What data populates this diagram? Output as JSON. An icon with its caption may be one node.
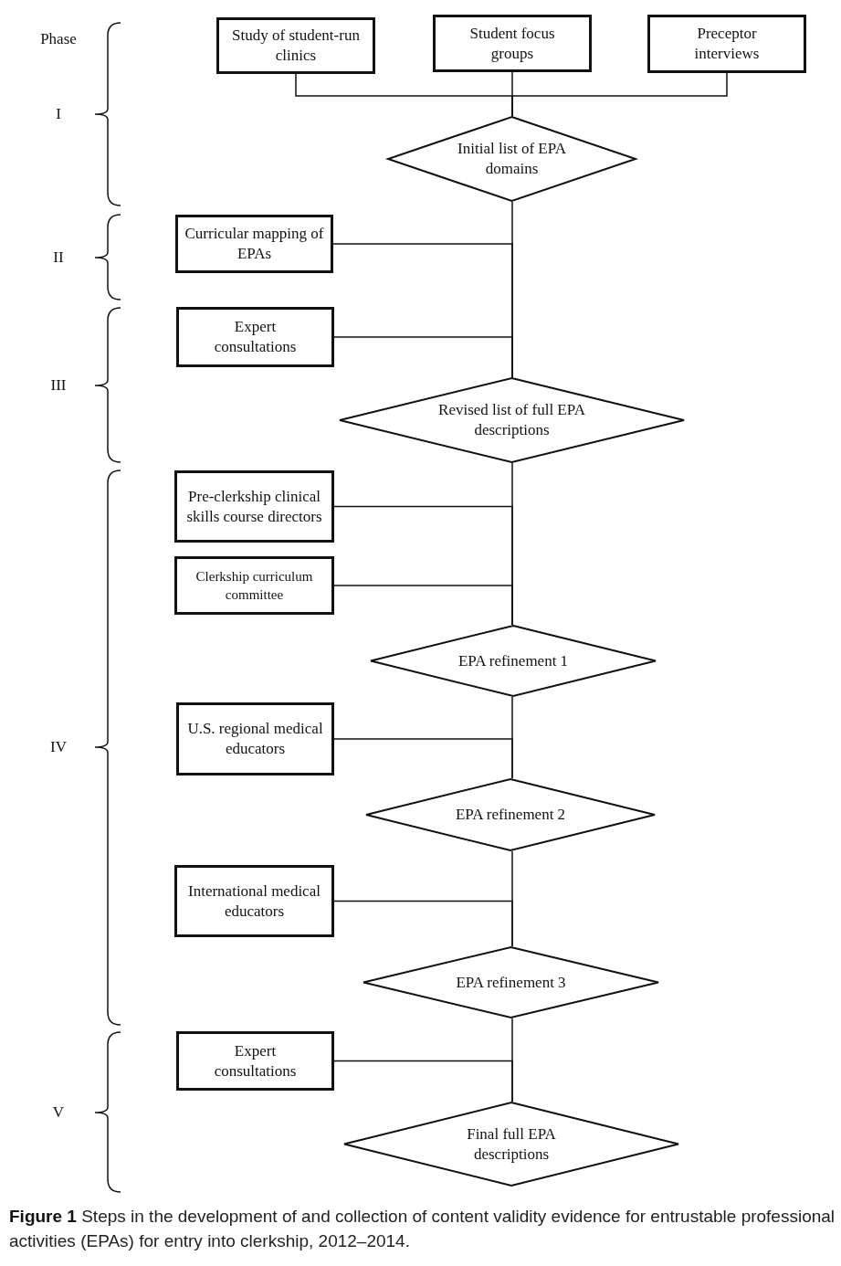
{
  "diagram": {
    "caption": "**Figure 1** Steps in the development of and collection of content validity evidence for entrustable professional activities (EPAs) for entry into clerkship, 2012–2014.",
    "nodes": [
      {
        "text": [
          "Study of student-run clinics"
        ]
      },
      {
        "text": [
          "Student focus groups"
        ]
      },
      {
        "text": [
          "Preceptor interviews"
        ]
      },
      {
        "text": [
          "Initial list of EPA domains"
        ]
      },
      {
        "text": [
          "Curricular mapping of EPAs"
        ]
      },
      {
        "text": [
          "Expert consultations"
        ]
      },
      {
        "text": [
          "Revised list of full EPA descriptions"
        ]
      },
      {
        "text": [
          "Pre-clerkship clinical skills course directors"
        ]
      },
      {
        "text": [
          "Clerkship curriculum committee"
        ]
      },
      {
        "text": [
          "EPA refinement 1"
        ]
      },
      {
        "text": [
          "U.S. regional medical educators"
        ]
      },
      {
        "text": [
          "EPA refinement 2"
        ]
      },
      {
        "text": [
          "International medical educators"
        ]
      },
      {
        "text": [
          "EPA refinement 3"
        ]
      },
      {
        "text": [
          "Expert consultations"
        ]
      },
      {
        "text": [
          "Final full EPA descriptions"
        ]
      }
    ],
    "edges": [
      {
        "from": 0,
        "to": 3,
        "arrow": "none"
      },
      {
        "from": 1,
        "to": 3,
        "arrow": "none"
      },
      {
        "from": 2,
        "to": 3,
        "arrow": "none"
      },
      {
        "from": 3,
        "to": 6,
        "arrow": "none"
      },
      {
        "from": 4,
        "to": 6,
        "arrow": "none"
      },
      {
        "from": 5,
        "to": 6,
        "arrow": "none"
      },
      {
        "from": 6,
        "to": 9,
        "arrow": "none"
      },
      {
        "from": 7,
        "to": 9,
        "arrow": "none"
      },
      {
        "from": 8,
        "to": 9,
        "arrow": "none"
      },
      {
        "from": 9,
        "to": 11,
        "arrow": "none"
      },
      {
        "from": 10,
        "to": 11,
        "arrow": "none"
      },
      {
        "from": 11,
        "to": 13,
        "arrow": "none"
      },
      {
        "from": 12,
        "to": 13,
        "arrow": "none"
      },
      {
        "from": 13,
        "to": 15,
        "arrow": "none"
      },
      {
        "from": 14,
        "to": 15,
        "arrow": "none"
      }
    ],
    "labels": [
      "Phase",
      "I",
      "II",
      "III",
      "IV",
      "V"
    ]
  }
}
